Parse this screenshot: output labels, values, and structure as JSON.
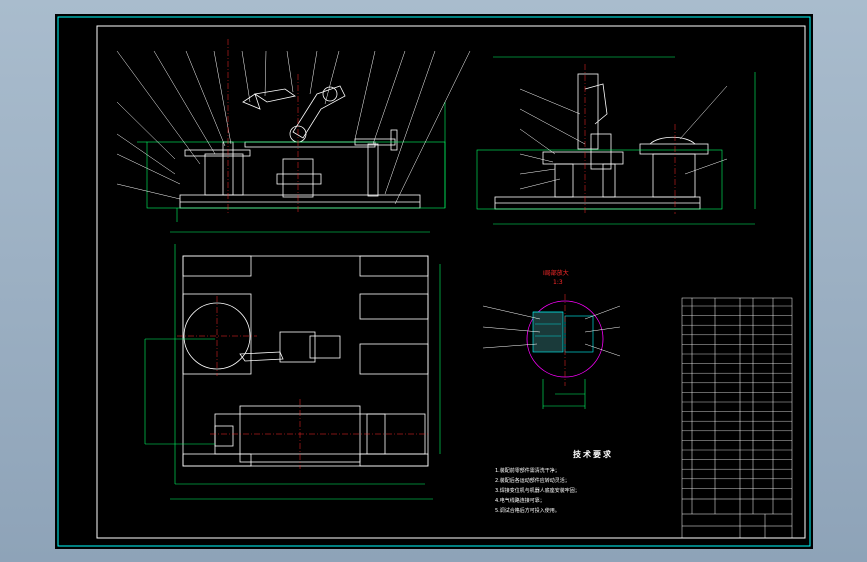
{
  "detail_view": {
    "title": "I局部放大",
    "scale": "1:3"
  },
  "tech_requirements": {
    "heading": "技术要求",
    "items": [
      "1.装配前零部件需清洗干净；",
      "2.装配后各运动部件应转动灵活；",
      "3.焊接变位机与机器人底座安装牢固；",
      "4.电气线路连接可靠；",
      "5.调试合格后方可投入使用。"
    ]
  },
  "colors": {
    "background": "#000000",
    "lines": "#ffffff",
    "dimensions": "#00ff66",
    "leaders": "#ffffff",
    "centerlines": "#ff2a2a",
    "detail_circle": "#ff00ff",
    "hatch": "#00ffff"
  },
  "icons": [
    "robot-arm-icon",
    "turntable-icon",
    "positioner-icon"
  ]
}
